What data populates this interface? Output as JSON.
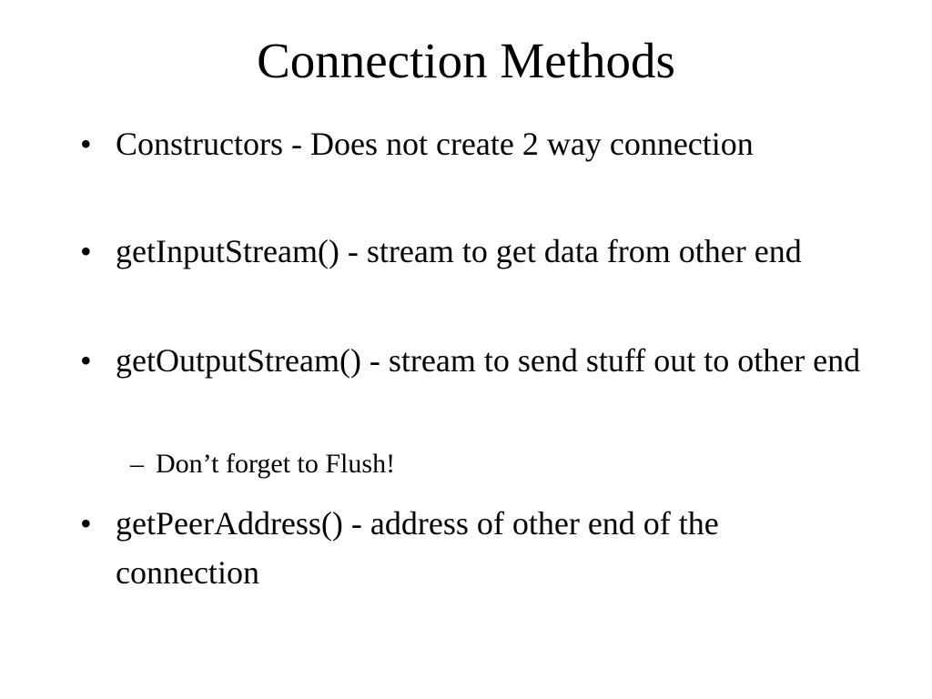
{
  "slide": {
    "title": "Connection Methods",
    "bullets": [
      {
        "marker": "•",
        "text": "Constructors - Does not create 2 way connection"
      },
      {
        "marker": "•",
        "text": "getInputStream() - stream to get data from other end"
      },
      {
        "marker": "•",
        "text": "getOutputStream() - stream to send stuff out to other end"
      },
      {
        "marker": "•",
        "text": "getPeerAddress() - address of other end of the connection"
      }
    ],
    "sub_bullets": [
      {
        "marker": "–",
        "text": "Don’t forget to Flush!"
      }
    ]
  }
}
